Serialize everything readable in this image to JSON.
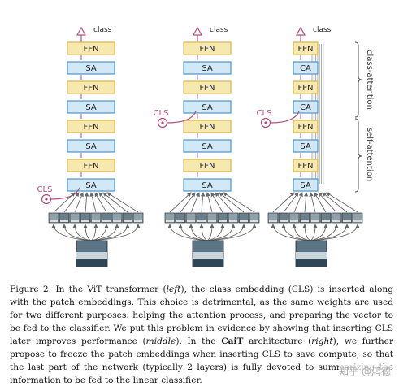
{
  "figure": {
    "ffn_label": "FFN",
    "sa_label": "SA",
    "ca_label": "CA",
    "cls_label": "CLS",
    "class_label": "class",
    "side_labels": {
      "top": "class-attention",
      "bottom": "self-attention"
    },
    "colors": {
      "ffn_fill": "#f7e8b0",
      "ffn_stroke": "#d6b84a",
      "sa_fill": "#d2e8f4",
      "sa_stroke": "#4b96c8",
      "cls": "#b0507a",
      "arrow": "#666666"
    }
  },
  "caption": {
    "part1": "Figure 2: In the ViT transformer (",
    "left": "left",
    "part2": "), the class embedding (CLS) is inserted along with the patch embeddings. This choice is detrimental, as the same weights are used for two different purposes: helping the attention process, and preparing the vector to be fed to the classifier. We put this problem in evidence by showing that inserting CLS later improves performance (",
    "middle": "middle",
    "part3": "). In the ",
    "cait": "CaiT",
    "part4": " architecture (",
    "right": "right",
    "part5": "), we further propose to freeze the patch embeddings when inserting CLS to save compute, so that the last part of the network (typically 2 layers) is fully devoted to summarizing the information to be fed to the linear classifier."
  },
  "watermark": "知乎 @鸿德"
}
